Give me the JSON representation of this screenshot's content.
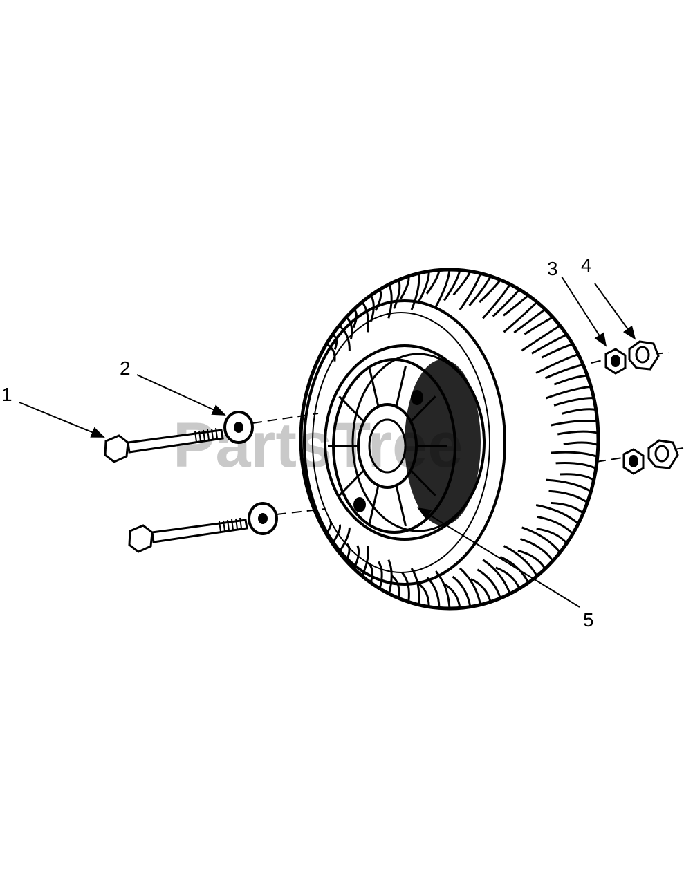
{
  "diagram": {
    "callouts": [
      {
        "id": "1",
        "label": "1"
      },
      {
        "id": "2",
        "label": "2"
      },
      {
        "id": "3",
        "label": "3"
      },
      {
        "id": "4",
        "label": "4"
      },
      {
        "id": "5",
        "label": "5"
      }
    ],
    "watermark": "PartsTree"
  }
}
